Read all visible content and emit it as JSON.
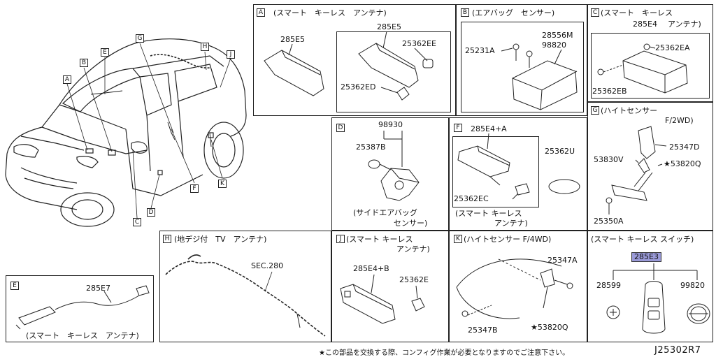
{
  "car": {
    "callouts": [
      "A",
      "B",
      "E",
      "G",
      "H",
      "J",
      "F",
      "K",
      "D",
      "C"
    ]
  },
  "panels": {
    "A": {
      "letter": "A",
      "title": "(スマート　キーレス　アンテナ)",
      "parts": [
        "285E5",
        "285E5",
        "25362EE",
        "25362ED"
      ]
    },
    "B": {
      "letter": "B",
      "title": "(エアバッグ　センサー)",
      "parts": [
        "28556M",
        "98820",
        "25231A"
      ]
    },
    "C": {
      "letter": "C",
      "title": "(スマート　キーレス",
      "title2": "アンテナ)",
      "parts": [
        "285E4",
        "25362EA",
        "25362EB"
      ]
    },
    "D": {
      "letter": "D",
      "title": "",
      "parts": [
        "98930",
        "25387B"
      ],
      "caption1": "(サイドエアバッグ",
      "caption2": "センサー)"
    },
    "F": {
      "letter": "F",
      "title": "",
      "parts": [
        "285E4+A",
        "25362U",
        "25362EC"
      ],
      "caption1": "(スマート キーレス",
      "caption2": "アンテナ)"
    },
    "G": {
      "letter": "G",
      "title": "(ハイトセンサー",
      "title2": "F/2WD)",
      "parts": [
        "25347D",
        "53830V",
        "★53820Q",
        "25350A"
      ]
    },
    "H": {
      "letter": "H",
      "title": "(地デジ付　TV　アンテナ)",
      "parts": [
        "SEC.280"
      ]
    },
    "J": {
      "letter": "J",
      "title": "(スマート キーレス",
      "title2": "アンテナ)",
      "parts": [
        "285E4+B",
        "25362E"
      ]
    },
    "K": {
      "letter": "K",
      "title": "(ハイトセンサー F/4WD)",
      "parts": [
        "25347A",
        "25347B",
        "★53820Q"
      ]
    },
    "S": {
      "title": "(スマート キーレス スイッチ)",
      "parts": [
        "285E3",
        "28599",
        "99820"
      ]
    },
    "E": {
      "letter": "E",
      "title": "",
      "parts": [
        "285E7"
      ],
      "caption1": "(スマート　キーレス　アンテナ)"
    }
  },
  "footer": {
    "note": "★この部品を交換する際、コンフィグ作業が必要となりますのでご注意下さい。",
    "doc_id": "J25302R7"
  }
}
